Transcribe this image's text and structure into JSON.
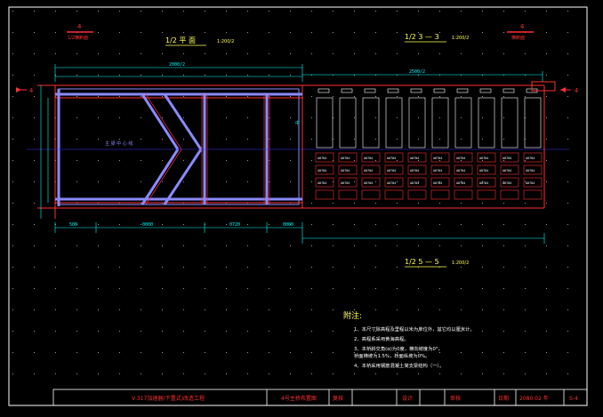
{
  "views": {
    "plan_title": "1/2 平 面",
    "plan_scale": "1:200/2",
    "section3_title": "1/2 3 — 3",
    "section3_scale": "1:200/2",
    "section5_title": "1/2 5 — 5",
    "section5_scale": "1:200/2",
    "left_marker_top": "4",
    "left_marker_sub": "1/2横断面",
    "right_marker_top": "4",
    "right_marker_sub": "横断面",
    "axis_label_left": "4",
    "axis_label_right": "4",
    "centerline_label": "主 梁 中 心 线",
    "center_mark": "中",
    "dim_total": "2000/2",
    "dim_right": "2500/2",
    "dim_bottom_left": "500",
    "dim_bottom_mid": "0000",
    "dim_bottom_mid2": "0720",
    "dim_bottom_right": "0000",
    "block_label": "A0704"
  },
  "notes": {
    "heading": "附注:",
    "items": [
      "1、本尺寸除高程及里程以米为单位外，其它均以厘米计。",
      "2、高程系采用黄海高程。",
      "3、本桥斜交角(α)为0度，横向坡度为0°，",
      "   桥面横坡为1.5%，桥面纵坡为0%。",
      "4、本桥采用钢筋混凝土简支梁结构（一）。"
    ]
  },
  "title_block": {
    "project": "V-317加速器(下置式)改造工程",
    "drawing": "4号主桥布置图",
    "label_review": "复核",
    "label_design": "设计",
    "label_check": "审核",
    "date_label": "日期",
    "date_value": "2080.02 年",
    "sheet": "S-4"
  },
  "colors": {
    "frame": "#ffffff",
    "outline": "#ff3030",
    "steel": "#8a8aff",
    "dim": "#00ffff",
    "text": "#ffff55",
    "grid": "#9a9a9a"
  }
}
